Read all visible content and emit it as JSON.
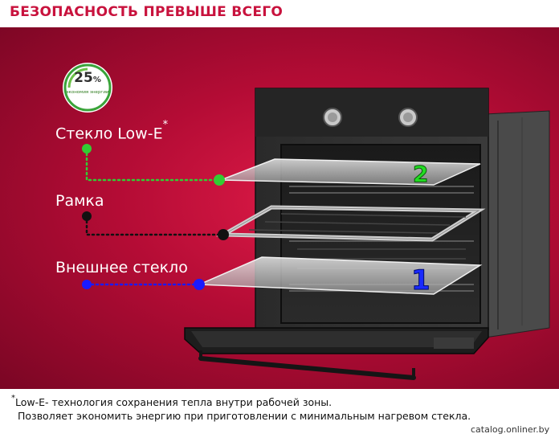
{
  "header": {
    "title": "БЕЗОПАСНОСТЬ ПРЕВЫШЕ ВСЕГО"
  },
  "badge": {
    "value": "25",
    "unit": "%",
    "caption": "экономия энергии"
  },
  "labels": {
    "low_e": "Стекло Low-E",
    "low_e_marker": "*",
    "frame": "Рамка",
    "outer_glass": "Внешнее стекло"
  },
  "glass_numbers": {
    "top": "2",
    "bottom": "1"
  },
  "footnote": {
    "marker": "*",
    "line1": "Low-E- технология сохранения тепла внутри рабочей зоны.",
    "line2": "Позволяет экономить энергию при приготовлении с минимальным нагревом стекла."
  },
  "watermark": "catalog.onliner.by",
  "colors": {
    "brand_red": "#c8123d",
    "low_e_dot": "#33cc33",
    "frame_dot": "#111111",
    "outer_dot": "#1a1aff",
    "badge_green": "#3aa43a"
  }
}
